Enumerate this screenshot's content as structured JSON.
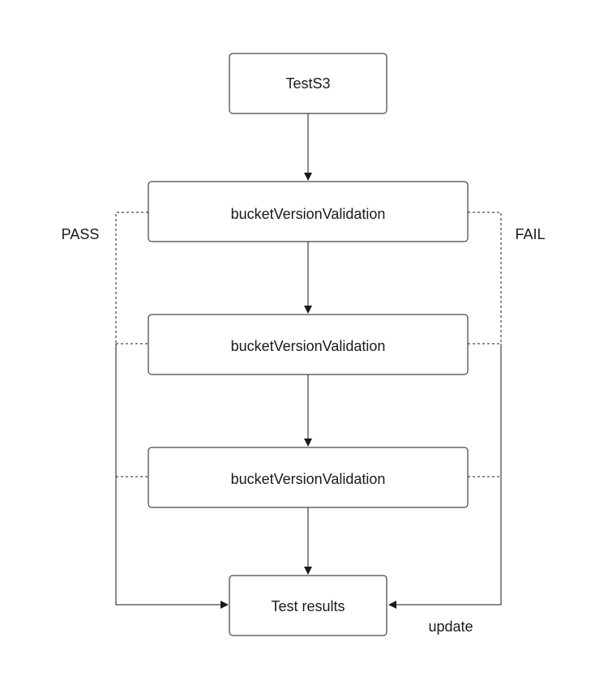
{
  "diagram": {
    "nodes": {
      "start": "TestS3",
      "step1": "bucketVersionValidation",
      "step2": "bucketVersionValidation",
      "step3": "bucketVersionValidation",
      "results": "Test results"
    },
    "labels": {
      "pass": "PASS",
      "fail": "FAIL",
      "update": "update"
    },
    "colors": {
      "stroke": "#1a1a1a",
      "background": "#ffffff"
    }
  }
}
